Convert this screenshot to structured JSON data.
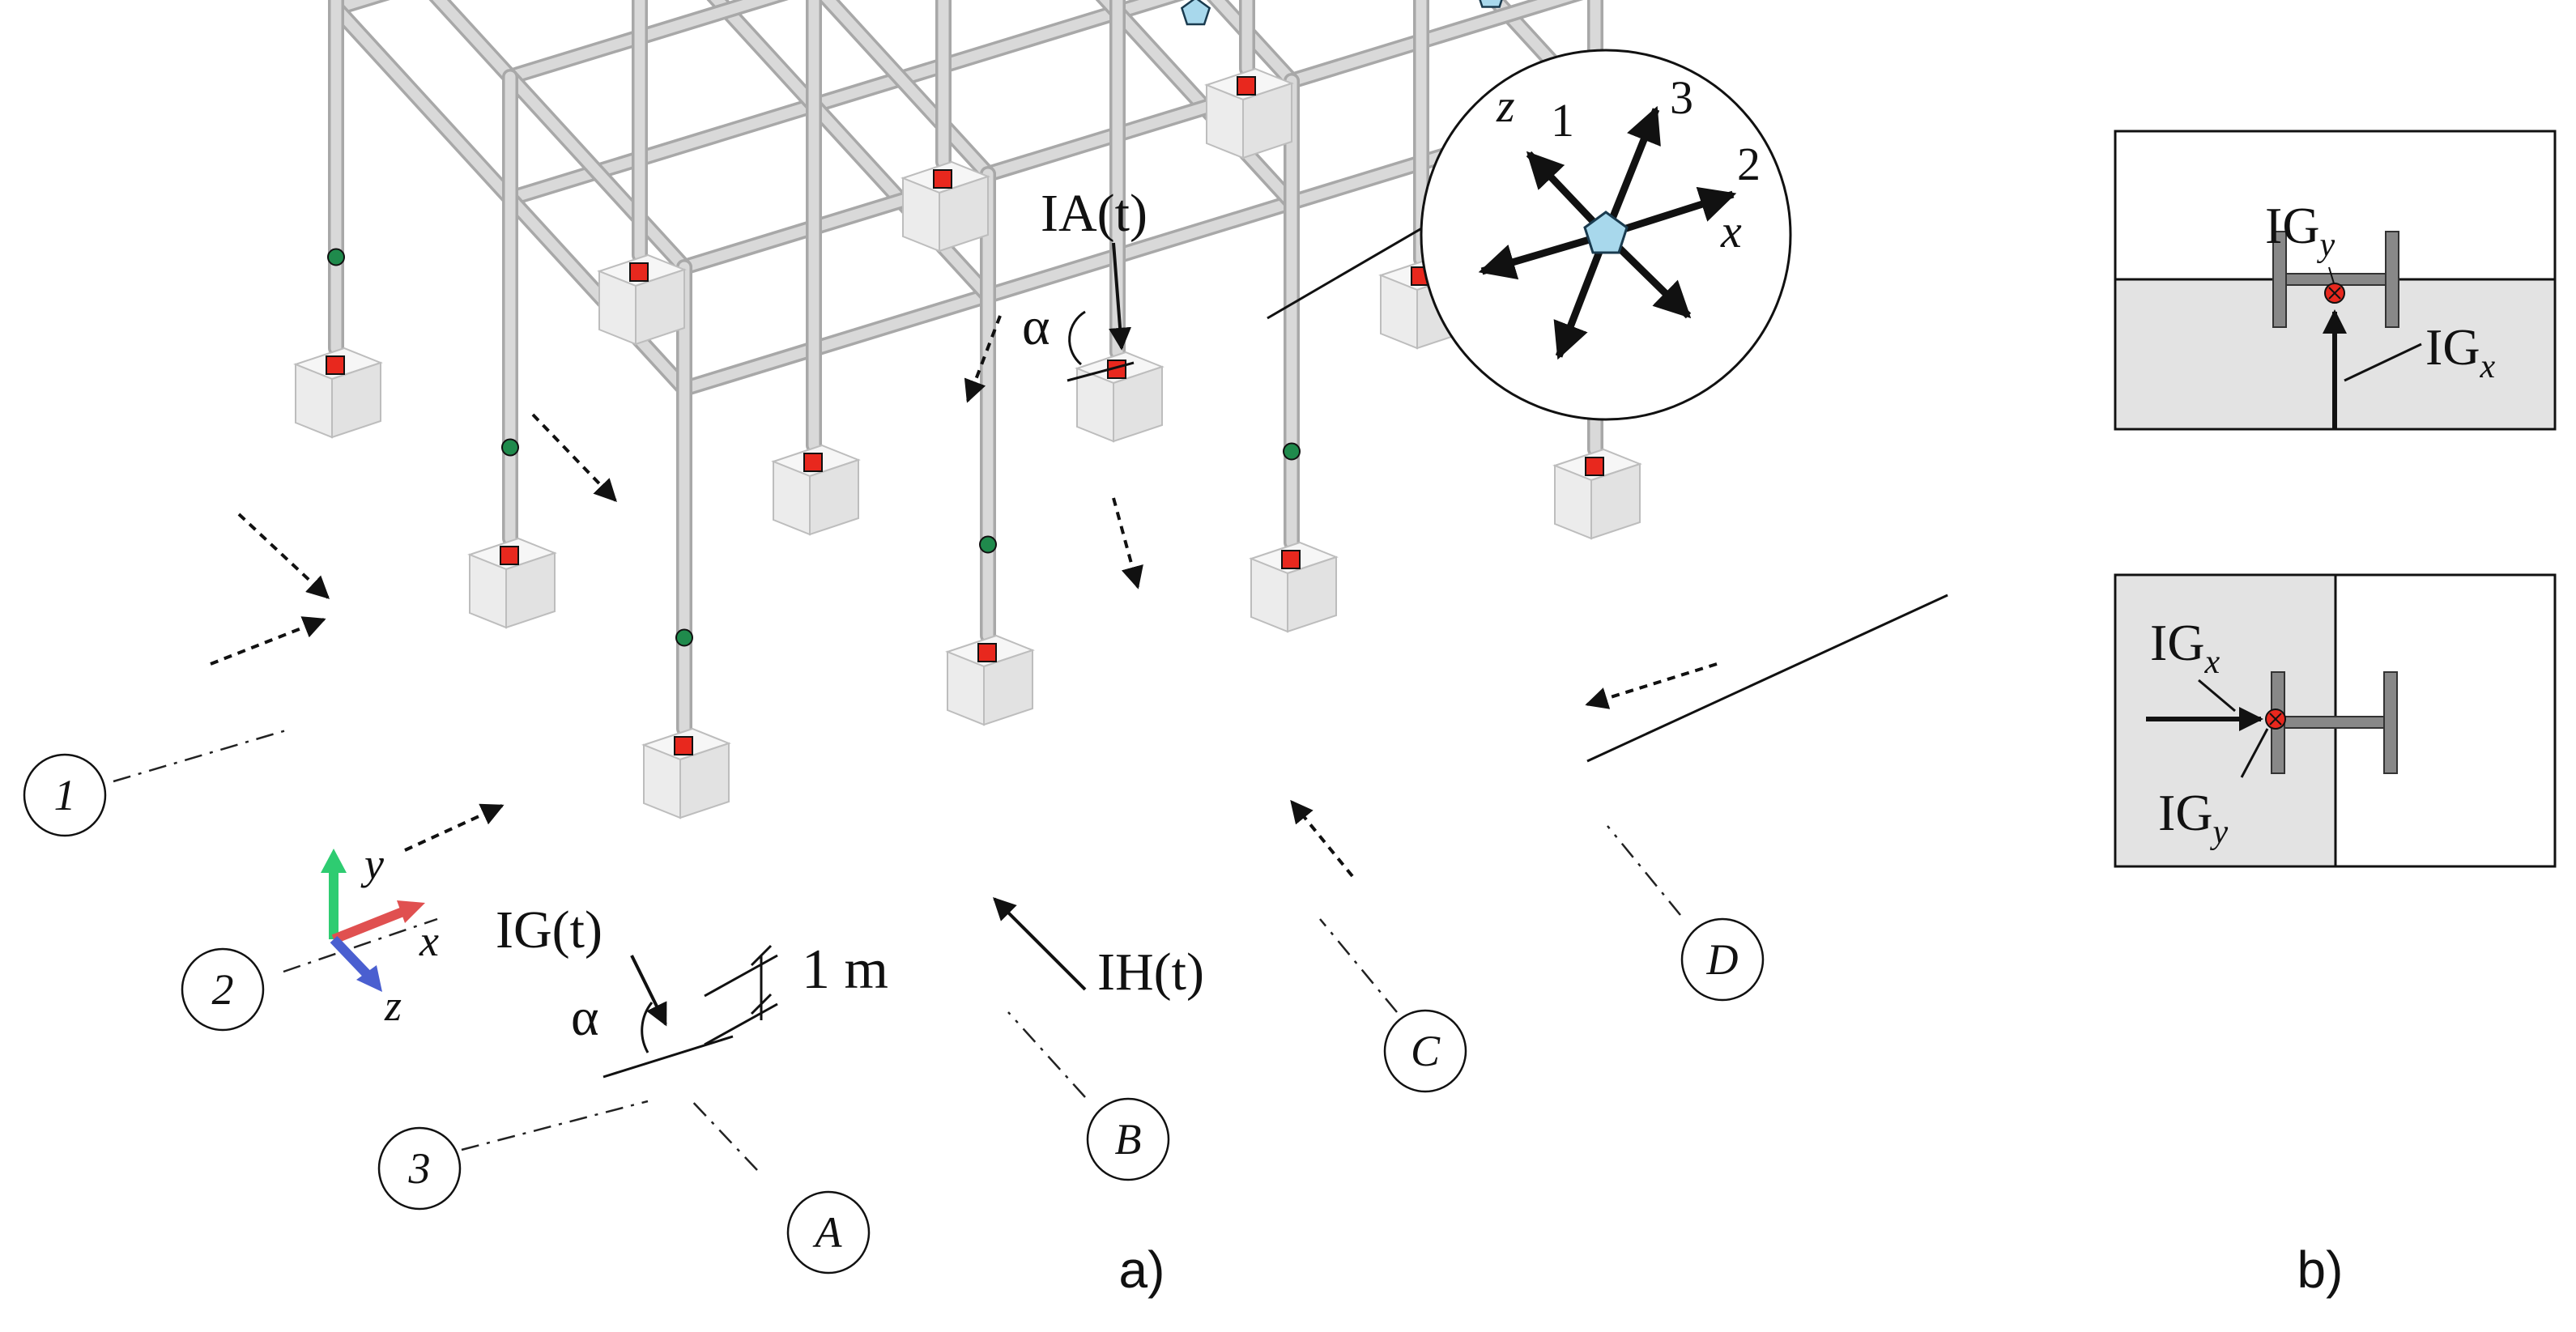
{
  "panel_a": {
    "caption": "a)",
    "grid_lines": [
      "1",
      "2",
      "3"
    ],
    "grid_columns": [
      "A",
      "B",
      "C",
      "D"
    ],
    "labels": {
      "ig": "IG(t)",
      "ih": "IH(t)",
      "ia": "IA(t)",
      "alpha": "α",
      "dimension": "1 m"
    },
    "axes": {
      "x": "x",
      "y": "y",
      "z": "z"
    },
    "inset": {
      "z": "z",
      "x": "x",
      "d1": "1",
      "d2": "2",
      "d3": "3"
    }
  },
  "panel_b": {
    "caption": "b)",
    "top": {
      "igy_main": "IG",
      "igy_sub": "y",
      "igx_main": "IG",
      "igx_sub": "x"
    },
    "bottom": {
      "igx_main": "IG",
      "igx_sub": "x",
      "igy_main": "IG",
      "igy_sub": "y"
    }
  },
  "colors": {
    "frame": "#d9d9d9",
    "frame_edge": "#a8a8a8",
    "footing": "#ececec",
    "red_sensor": "#e8281e",
    "green_sensor": "#1f8a4c",
    "blue_sensor": "#a8d8ec",
    "axis_x": "#e05050",
    "axis_y": "#2ecc71",
    "axis_z": "#4a5fd0",
    "panel_fill": "#e3e3e3"
  }
}
